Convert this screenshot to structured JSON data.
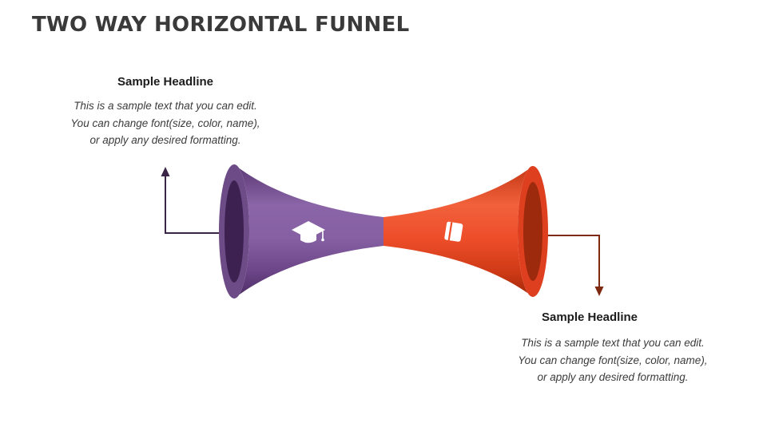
{
  "title": "TWO WAY HORIZONTAL FUNNEL",
  "blocks": {
    "left": {
      "headline": "Sample Headline",
      "lines": [
        "This is a sample text that you can edit.",
        "You can change font(size, color, name),",
        "or apply any desired formatting."
      ]
    },
    "right": {
      "headline": "Sample Headline",
      "lines": [
        "This is a sample text that you can edit.",
        "You can change font(size, color, name),",
        "or apply any desired formatting."
      ]
    }
  },
  "funnel": {
    "left_icon": "graduation-cap",
    "right_icon": "book"
  },
  "colors": {
    "title_text": "#3A3A3A",
    "purple_body_mid": "#8560A2",
    "purple_rim": "#6D4B87",
    "purple_hole": "#3D2251",
    "red_body_mid": "#EE4E2A",
    "red_rim": "#DD3F1F",
    "red_hole": "#9E2A0E",
    "connector_left": "#3A2547",
    "connector_right": "#7D2A10",
    "icon": "#FFFFFF"
  }
}
